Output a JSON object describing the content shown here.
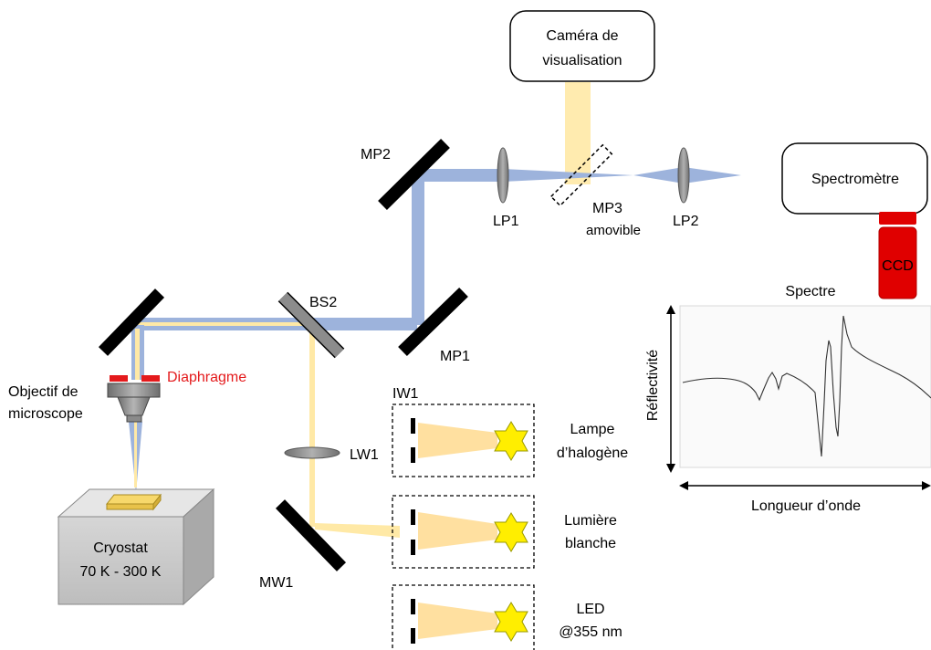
{
  "colors": {
    "beam_blue": "#9db3dc",
    "beam_yellow": "#ffe9a6",
    "mirror": "#000000",
    "lens": "#8c8c8c",
    "diaphragm_red": "#e41a1c",
    "ccd_red": "#e00000",
    "sample_yellow": "#f7d86b",
    "cryostat_grey": "#cfcfcf",
    "star_yellow": "#ffee00"
  },
  "labels": {
    "camera_line1": "Caméra de",
    "camera_line2": "visualisation",
    "spectrometer": "Spectromètre",
    "ccd": "CCD",
    "spectrum_title": "Spectre",
    "y_axis": "Réflectivité",
    "x_axis": "Longueur d’onde",
    "mp1": "MP1",
    "mp2": "MP2",
    "mp3": "MP3",
    "mp3_note": "amovible",
    "lp1": "LP1",
    "lp2": "LP2",
    "bs2": "BS2",
    "diaphragm": "Diaphragme",
    "objective_line1": "Objectif de",
    "objective_line2": "microscope",
    "cryostat_line1": "Cryostat",
    "cryostat_line2": "70 K - 300 K",
    "iw1": "IW1",
    "lw1": "LW1",
    "mw1": "MW1",
    "source1_line1": "Lampe",
    "source1_line2": "d’halogène",
    "source2_line1": "Lumière",
    "source2_line2": "blanche",
    "source3_line1": "LED",
    "source3_line2": "@355 nm"
  }
}
